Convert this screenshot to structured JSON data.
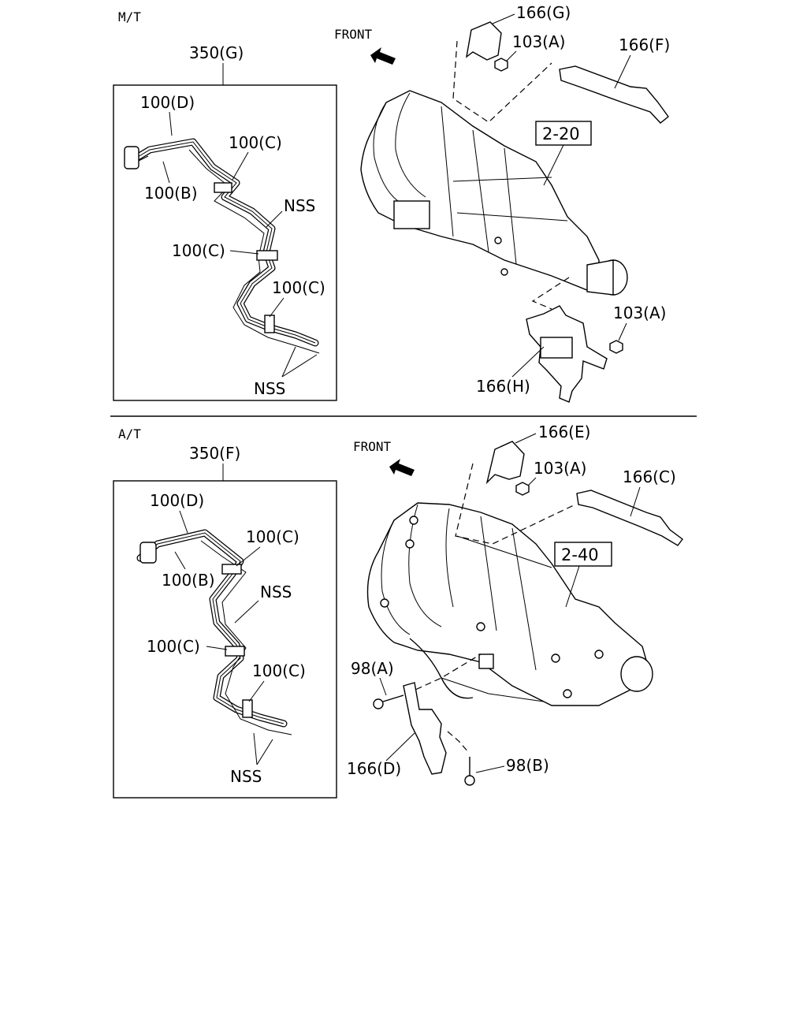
{
  "sections": {
    "mt": {
      "title": "M/T",
      "front_label": "FRONT",
      "tube_assembly": "350(G)",
      "inset_labels": {
        "d": "100(D)",
        "c_top": "100(C)",
        "b": "100(B)",
        "nss_top": "NSS",
        "c_mid": "100(C)",
        "c_low": "100(C)",
        "nss_bottom": "NSS"
      },
      "parts": {
        "bracket_g": "166(G)",
        "nut_top": "103(A)",
        "bracket_f": "166(F)",
        "ref_box": "2-20",
        "nut_low": "103(A)",
        "bracket_h": "166(H)"
      }
    },
    "at": {
      "title": "A/T",
      "front_label": "FRONT",
      "tube_assembly": "350(F)",
      "inset_labels": {
        "d": "100(D)",
        "c_top": "100(C)",
        "b": "100(B)",
        "nss_top": "NSS",
        "c_mid": "100(C)",
        "c_low": "100(C)",
        "nss_bottom": "NSS"
      },
      "parts": {
        "bracket_e": "166(E)",
        "nut_top": "103(A)",
        "bracket_c": "166(C)",
        "ref_box": "2-40",
        "bolt_a": "98(A)",
        "bracket_d": "166(D)",
        "bolt_b": "98(B)"
      }
    }
  }
}
